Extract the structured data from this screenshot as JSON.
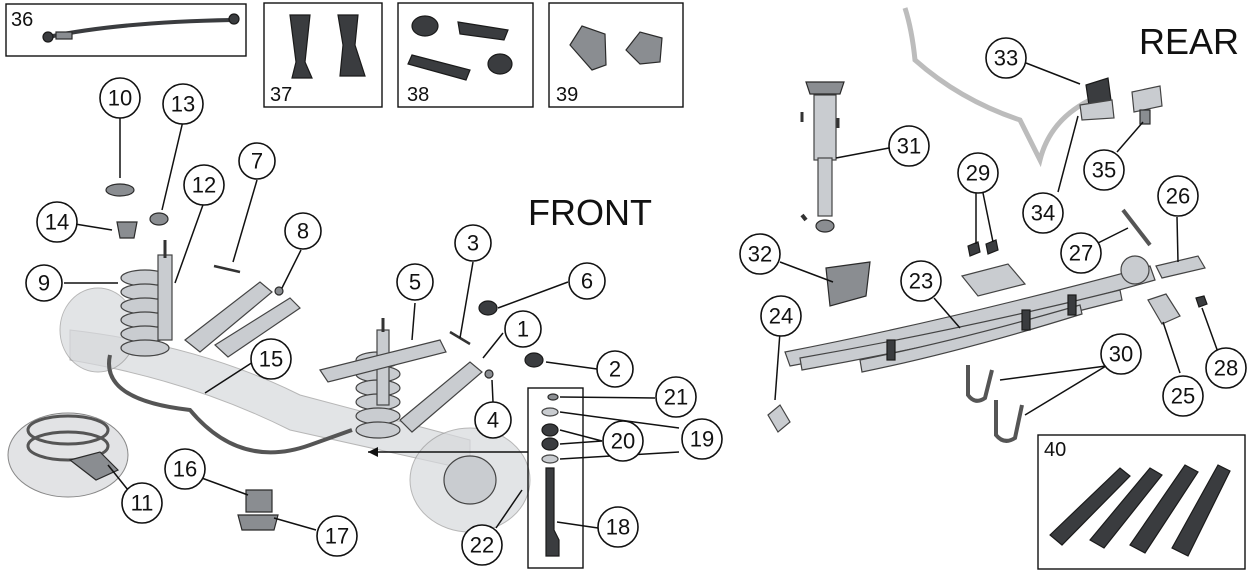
{
  "labels": {
    "front": "FRONT",
    "rear": "REAR"
  },
  "callouts": [
    "1",
    "2",
    "3",
    "4",
    "5",
    "6",
    "7",
    "8",
    "9",
    "10",
    "11",
    "12",
    "13",
    "14",
    "15",
    "16",
    "17",
    "18",
    "19",
    "20",
    "21",
    "22",
    "23",
    "24",
    "25",
    "26",
    "27",
    "28",
    "29",
    "30",
    "31",
    "32",
    "33",
    "34",
    "35"
  ],
  "inset_boxes": [
    "36",
    "37",
    "38",
    "39",
    "40"
  ]
}
